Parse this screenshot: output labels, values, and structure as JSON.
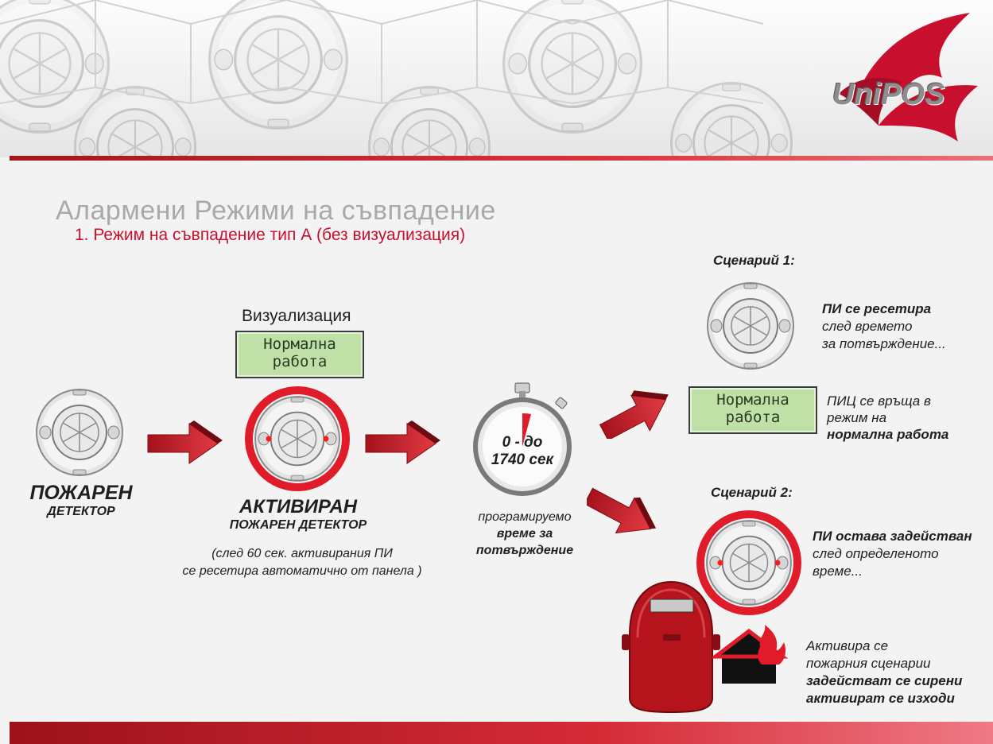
{
  "brand": {
    "logo_text": "UniPOS",
    "accent": "#c8102e"
  },
  "title": "Алармени Режими на съвпадение",
  "subtitle": "1. Режим на съвпадение тип А  (без визуализация)",
  "visualization_label": "Визуализация",
  "lcd_top": {
    "line1": "Нормална",
    "line2": "работа"
  },
  "detector": {
    "line1": "ПОЖАРЕН",
    "line2": "ДЕТЕКТОР"
  },
  "activated": {
    "line1": "АКТИВИРАН",
    "line2": "ПОЖАРЕН ДЕТЕКТОР",
    "note1": "(след 60 сек. активирания ПИ",
    "note2": "се ресетира автоматично от панела )"
  },
  "timer": {
    "line1": "0 - до",
    "line2": "1740 сек",
    "cap1": "програмируемо",
    "cap2": "време за",
    "cap3": "потвърждение"
  },
  "scenario1": {
    "heading": "Сценарий 1:",
    "text1": "ПИ се ресетира",
    "text2": "след времето",
    "text3": "за потвърждение...",
    "lcd": {
      "line1": "Нормална",
      "line2": "работа"
    },
    "text4": "ПИЦ се връща в",
    "text5": "режим на",
    "text6": "нормална работа"
  },
  "scenario2": {
    "heading": "Сценарий 2:",
    "text1": "ПИ остава задействан",
    "text2": "след определеното",
    "text3": "време...",
    "text4": "Активира се",
    "text5": "пожарния сценарии",
    "text6": "задействат се сирени",
    "text7": "активират се изходи"
  }
}
